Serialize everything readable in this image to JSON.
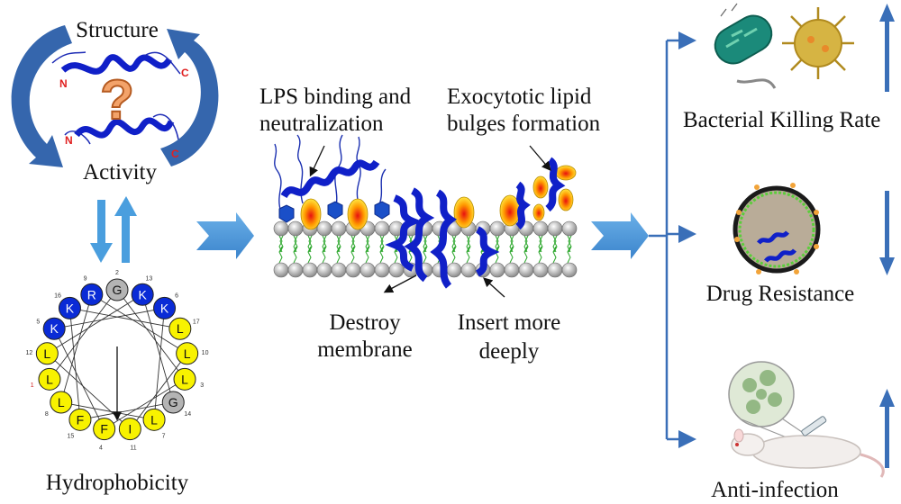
{
  "left": {
    "structure": "Structure",
    "activity": "Activity",
    "question_mark": "?",
    "n_terminus": "N",
    "c_terminus": "C",
    "hydrophobicity": "Hydrophobicity"
  },
  "helical_wheel": {
    "residues": [
      {
        "letter": "G",
        "number": "2",
        "type": "gray"
      },
      {
        "letter": "K",
        "number": "13",
        "type": "blue"
      },
      {
        "letter": "K",
        "number": "6",
        "type": "blue"
      },
      {
        "letter": "L",
        "number": "17",
        "type": "yellow"
      },
      {
        "letter": "L",
        "number": "10",
        "type": "yellow"
      },
      {
        "letter": "L",
        "number": "3",
        "type": "yellow"
      },
      {
        "letter": "G",
        "number": "14",
        "type": "gray"
      },
      {
        "letter": "L",
        "number": "7",
        "type": "yellow"
      },
      {
        "letter": "I",
        "number": "11",
        "type": "yellow"
      },
      {
        "letter": "F",
        "number": "4",
        "type": "yellow"
      },
      {
        "letter": "F",
        "number": "15",
        "type": "yellow"
      },
      {
        "letter": "L",
        "number": "8",
        "type": "yellow"
      },
      {
        "letter": "L",
        "number": "1",
        "type": "yellow"
      },
      {
        "letter": "L",
        "number": "12",
        "type": "yellow"
      },
      {
        "letter": "K",
        "number": "5",
        "type": "blue"
      },
      {
        "letter": "K",
        "number": "16",
        "type": "blue"
      },
      {
        "letter": "R",
        "number": "9",
        "type": "blue"
      }
    ],
    "colors": {
      "blue": "#0a2bd6",
      "yellow": "#f8f200",
      "gray": "#b4b4b4"
    }
  },
  "middle": {
    "lps_label": "LPS binding and\nneutralization",
    "lps_line1": "LPS binding and",
    "lps_line2": "neutralization",
    "exo_line1": "Exocytotic lipid",
    "exo_line2": "bulges formation",
    "destroy_line1": "Destroy",
    "destroy_line2": "membrane",
    "insert_line1": "Insert more",
    "insert_line2": "deeply"
  },
  "right": {
    "killing": "Bacterial Killing Rate",
    "resistance": "Drug Resistance",
    "anti_infection": "Anti-infection"
  },
  "colors": {
    "arrow_light": "#5aa0dc",
    "arrow_dark": "#2f62a8",
    "helix": "#1020c8",
    "bracket": "#3a6fb8"
  }
}
